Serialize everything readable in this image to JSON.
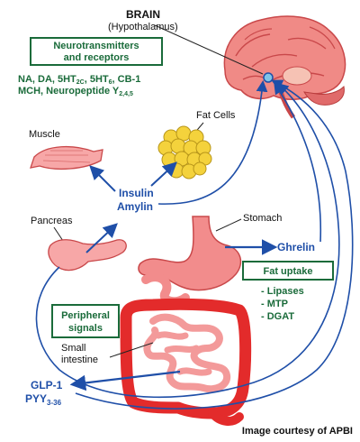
{
  "brain": {
    "label": "BRAIN",
    "sublabel": "(Hypothalamus)"
  },
  "neuro_box": {
    "line1": "Neurotransmitters",
    "line2": "and receptors"
  },
  "neuro_list": {
    "line1": "NA, DA, 5HT",
    "sub_2c": "2C",
    "mid": ", 5HT",
    "sub_6": "6",
    "end": ", CB-1",
    "line2": "MCH, Neuropeptide Y",
    "sub_y": "2,4,5"
  },
  "labels": {
    "muscle": "Muscle",
    "fat_cells": "Fat Cells",
    "insulin": "Insulin",
    "amylin": "Amylin",
    "pancreas": "Pancreas",
    "stomach": "Stomach",
    "ghrelin": "Ghrelin",
    "small_intestine_1": "Small",
    "small_intestine_2": "intestine",
    "glp1": "GLP-1",
    "pyy": "PYY",
    "pyy_sub": "3-36"
  },
  "fat_uptake_box": {
    "title": "Fat uptake",
    "items": [
      "- Lipases",
      "- MTP",
      "- DGAT"
    ]
  },
  "peripheral_box": {
    "line1": "Peripheral",
    "line2": "signals"
  },
  "credit": "Image courtesy of APBI",
  "colors": {
    "signal_blue": "#1f4fa8",
    "label_green": "#1a6b3a",
    "organ_red": "#e8424a",
    "organ_pink": "#f28c8c",
    "fat_yellow": "#f4d23c",
    "box_border": "#1a6b3a"
  }
}
